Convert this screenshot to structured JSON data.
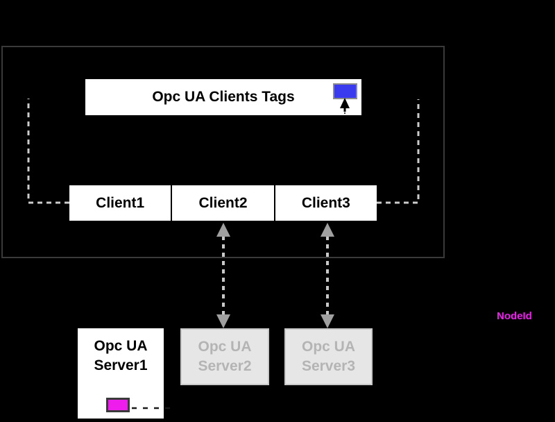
{
  "colors": {
    "background": "#000000",
    "frame_border": "#3a3a3a",
    "node_fill": "#ffffff",
    "node_text": "#000000",
    "disabled_fill": "#e6e6e6",
    "disabled_border": "#c8c8c8",
    "disabled_text": "#b4b4b4",
    "tag_blue_fill": "#3a3aef",
    "tag_blue_border": "#8c8c8c",
    "tag_magenta_fill": "#ee1dee",
    "tag_magenta_border": "#3a3a3a",
    "nodeid_text": "#f31df3",
    "connector_dash": "#cccccc",
    "arrow_dash": "#c8c8c8",
    "arrow_head": "#a0a0a0",
    "pointer_black": "#000000"
  },
  "diagram": {
    "clients_group": {
      "title": "Opc UA Clients Tags",
      "clients": [
        {
          "label": "Client1"
        },
        {
          "label": "Client2"
        },
        {
          "label": "Client3"
        }
      ]
    },
    "servers": [
      {
        "line1": "Opc UA",
        "line2": "Server1",
        "state": "active"
      },
      {
        "line1": "Opc UA",
        "line2": "Server2",
        "state": "inactive"
      },
      {
        "line1": "Opc UA",
        "line2": "Server3",
        "state": "inactive"
      }
    ],
    "nodeid_label": "NodeId",
    "icons": {
      "clients_tag": "blue-tag-icon",
      "server1_tag": "magenta-tag-icon"
    }
  }
}
